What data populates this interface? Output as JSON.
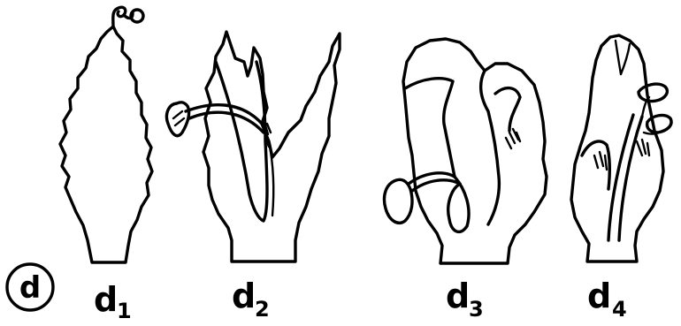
{
  "panel_label": "d",
  "stages": [
    {
      "id": "d1",
      "main": "d",
      "sub": "1"
    },
    {
      "id": "d2",
      "main": "d",
      "sub": "2"
    },
    {
      "id": "d3",
      "main": "d",
      "sub": "3"
    },
    {
      "id": "d4",
      "main": "d",
      "sub": "4"
    }
  ],
  "colors": {
    "ink": "#000000",
    "background": "#ffffff"
  }
}
